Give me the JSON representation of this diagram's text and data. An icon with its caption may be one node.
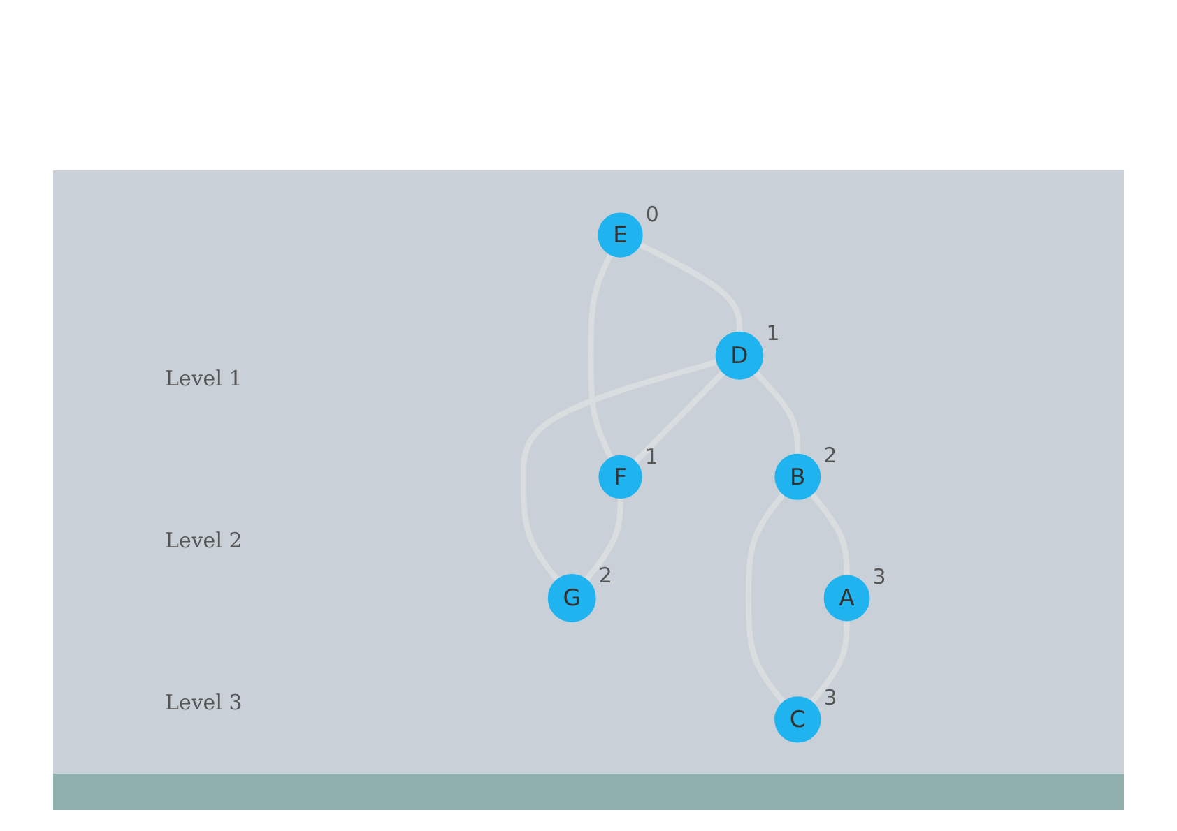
{
  "diagram": {
    "nodes": [
      {
        "text": [
          "E"
        ],
        "beside": [
          "0"
        ]
      },
      {
        "text": [
          "D"
        ],
        "beside": [
          "1"
        ]
      },
      {
        "text": [
          "F"
        ],
        "beside": [
          "1"
        ]
      },
      {
        "text": [
          "B"
        ],
        "beside": [
          "2"
        ]
      },
      {
        "text": [
          "G"
        ],
        "beside": [
          "2"
        ]
      },
      {
        "text": [
          "A"
        ],
        "beside": [
          "3"
        ]
      },
      {
        "text": [
          "C"
        ],
        "beside": [
          "3"
        ]
      }
    ],
    "edges": [
      {
        "from": 0,
        "to": 1,
        "arrow": "none"
      },
      {
        "from": 0,
        "to": 2,
        "arrow": "none"
      },
      {
        "from": 1,
        "to": 2,
        "arrow": "none"
      },
      {
        "from": 1,
        "to": 3,
        "arrow": "none"
      },
      {
        "from": 1,
        "to": 4,
        "arrow": "none"
      },
      {
        "from": 2,
        "to": 4,
        "arrow": "none"
      },
      {
        "from": 3,
        "to": 5,
        "arrow": "none"
      },
      {
        "from": 3,
        "to": 6,
        "arrow": "none"
      },
      {
        "from": 5,
        "to": 6,
        "arrow": "none"
      }
    ],
    "labels": [
      "Level 1",
      "Level 2",
      "Level 3"
    ]
  }
}
